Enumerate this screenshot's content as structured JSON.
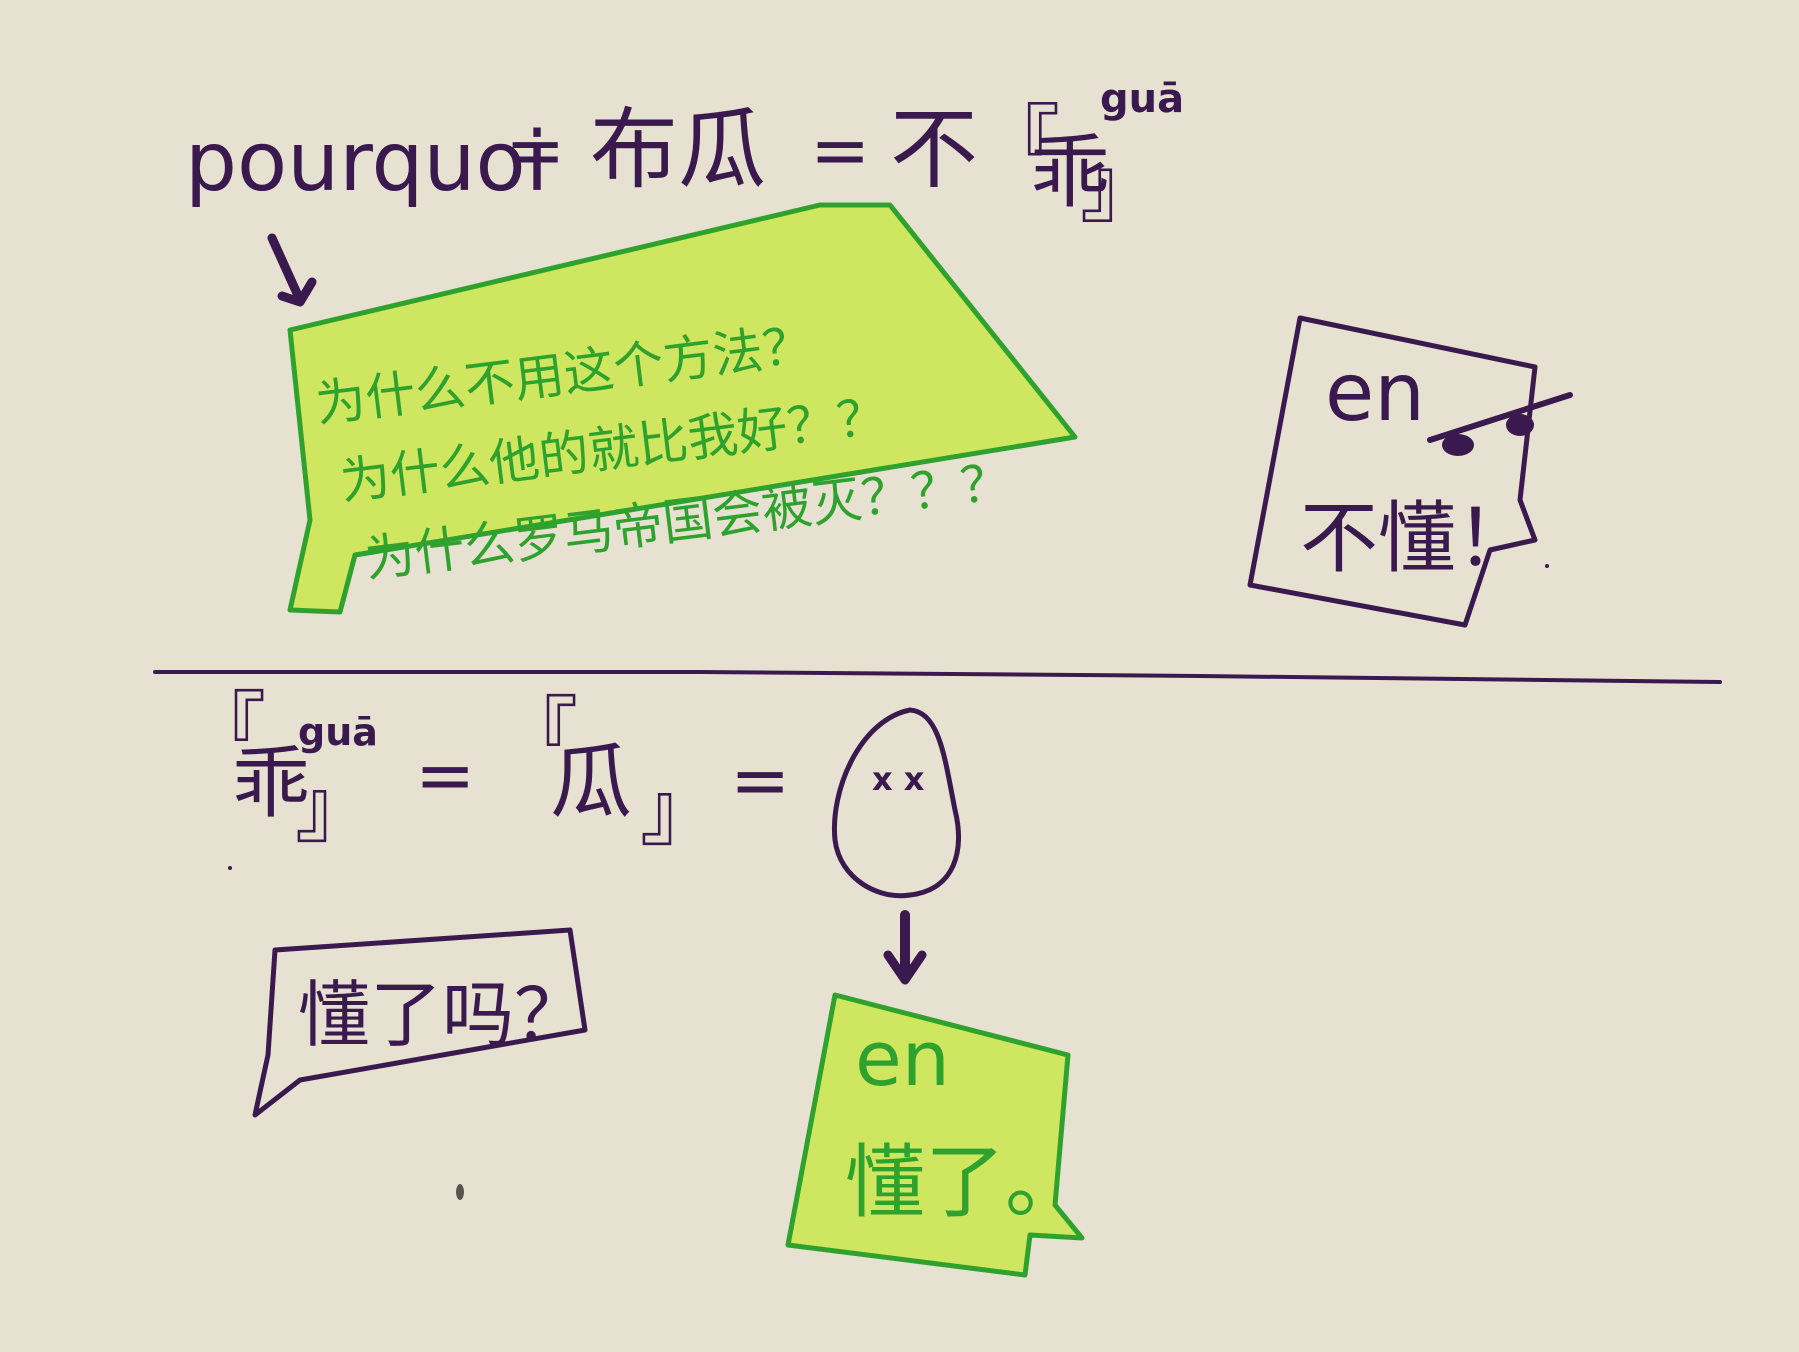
{
  "top_equation": {
    "word": "pourquoi",
    "eq1": "=",
    "term2": "布瓜",
    "eq2": "=",
    "term3_prefix": "不",
    "bracket_open": "『",
    "term3_char": "乖",
    "bracket_close": "』",
    "pinyin": "guā"
  },
  "question_bubble": {
    "lines": [
      "为什么不用这个方法？",
      "为什么他的就比我好？？",
      "为什么罗马帝国会被灭？？？"
    ]
  },
  "reply_bubble_top": {
    "line1": "en",
    "line2": "不懂！"
  },
  "bottom_equation": {
    "bracket_open": "『",
    "char1": "乖",
    "bracket_close": "』",
    "pinyin": "guā",
    "eq1": "=",
    "bracket_open2": "『",
    "char2": "瓜",
    "bracket_close2": "』",
    "eq2": "=",
    "face_eyes": "x x"
  },
  "ask_bubble": {
    "text": "懂了吗？"
  },
  "answer_bubble": {
    "line1": "en",
    "line2": "懂了。"
  },
  "colors": {
    "ink": "#3a1a4e",
    "green_ink": "#2fa22e",
    "highlight": "#cfe661",
    "paper": "#e6e1d0"
  }
}
